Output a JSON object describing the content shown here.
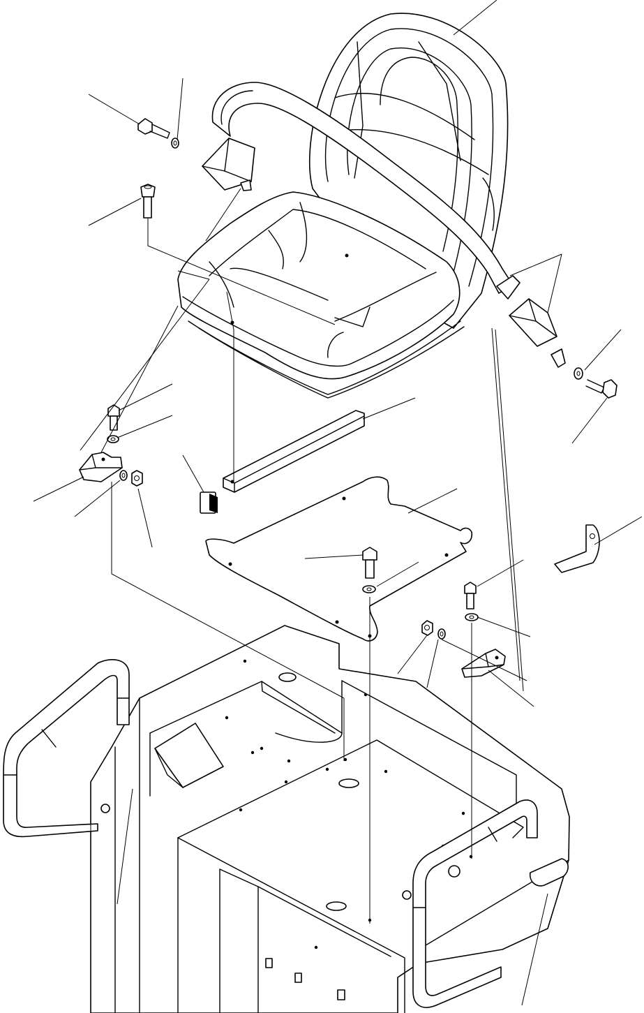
{
  "figure": {
    "kind": "exploded parts diagram",
    "colors": {
      "line": "#000000",
      "background": "#ffffff"
    },
    "components": [
      "seat-backrest",
      "seat-cushion",
      "seat-belt-strap",
      "seat-belt-retractor",
      "seat-belt-buckle",
      "mounting-bolt",
      "washer",
      "hex-nut",
      "seat-rail",
      "end-cap",
      "seat-base-plate",
      "seat-bracket",
      "l-bracket",
      "operator-platform",
      "left-handrail",
      "right-handrail"
    ]
  }
}
